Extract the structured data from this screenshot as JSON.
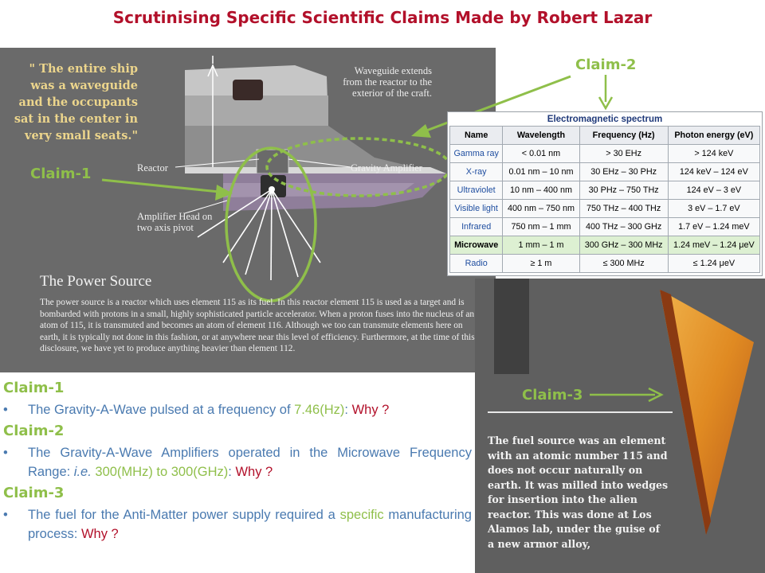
{
  "title": "Scrutinising Specific Scientific Claims Made by Robert Lazar",
  "quote": "\" The entire ship was a waveguide and the occupants sat in the center in very small seats.\"",
  "diagram_labels": {
    "waveguide": "Waveguide extends from the reactor to the exterior of the craft.",
    "reactor": "Reactor",
    "gravity_amplifier": "Gravity Amplifier",
    "amplifier_head": "Amplifier Head on two axis pivot"
  },
  "power_source": {
    "heading": "The Power Source",
    "text": "The power source is a reactor which uses element 115 as its fuel. In this reactor element 115 is used as a target and is bombarded with protons in a small, highly sophisticated particle accelerator. When a proton fuses into the nucleus of an atom of 115, it is transmuted and becomes an atom of element 116. Although we too can transmute elements here on earth, it is typically not done in this fashion, or at anywhere near this level of efficiency. Furthermore, at the time of this disclosure, we have yet to produce anything heavier than element 112."
  },
  "claim_labels": {
    "c1": "Claim-1",
    "c2": "Claim-2",
    "c3": "Claim-3"
  },
  "em_table": {
    "caption": "Electromagnetic spectrum",
    "headers": [
      "Name",
      "Wavelength",
      "Frequency (Hz)",
      "Photon energy (eV)"
    ],
    "rows": [
      [
        "Gamma ray",
        "< 0.01 nm",
        "> 30 EHz",
        "> 124 keV"
      ],
      [
        "X-ray",
        "0.01 nm – 10 nm",
        "30 EHz – 30 PHz",
        "124 keV – 124 eV"
      ],
      [
        "Ultraviolet",
        "10 nm – 400 nm",
        "30 PHz – 750 THz",
        "124 eV – 3 eV"
      ],
      [
        "Visible light",
        "400 nm – 750 nm",
        "750 THz – 400 THz",
        "3 eV – 1.7 eV"
      ],
      [
        "Infrared",
        "750 nm – 1 mm",
        "400 THz – 300 GHz",
        "1.7 eV – 1.24 meV"
      ],
      [
        "Microwave",
        "1 mm – 1 m",
        "300 GHz – 300 MHz",
        "1.24 meV – 1.24 μeV"
      ],
      [
        "Radio",
        "≥ 1 m",
        "≤ 300 MHz",
        "≤ 1.24 μeV"
      ]
    ],
    "highlight_row": "Microwave"
  },
  "fuel_text": "The fuel source was an element with an atomic number 115 and does not occur naturally on earth. It was milled into wedges for insertion into the alien reactor. This was done at Los Alamos lab, under the guise of a new armor alloy,",
  "claims": [
    {
      "heading": "Claim-1",
      "bullet": "•",
      "t1": "The Gravity-A-Wave pulsed at a frequency of ",
      "t2": "7.46(Hz)",
      "t3": ": ",
      "t4": "Why ?"
    },
    {
      "heading": "Claim-2",
      "bullet": "•",
      "t1": "The Gravity-A-Wave Amplifiers operated in the Microwave Frequency Range: ",
      "t2": "i.e.",
      "t3": " 300(MHz) to 300(GHz)",
      "t4": ": ",
      "t5": "Why ?"
    },
    {
      "heading": "Claim-3",
      "bullet": "•",
      "t1": "The fuel for the Anti-Matter power supply required a ",
      "t2": "specific",
      "t3": " manufacturing process: ",
      "t4": "Why ?"
    }
  ],
  "colors": {
    "title": "#b2102a",
    "claim": "#8fbf4a",
    "body": "#4a7ab0",
    "why": "#b2102a"
  }
}
